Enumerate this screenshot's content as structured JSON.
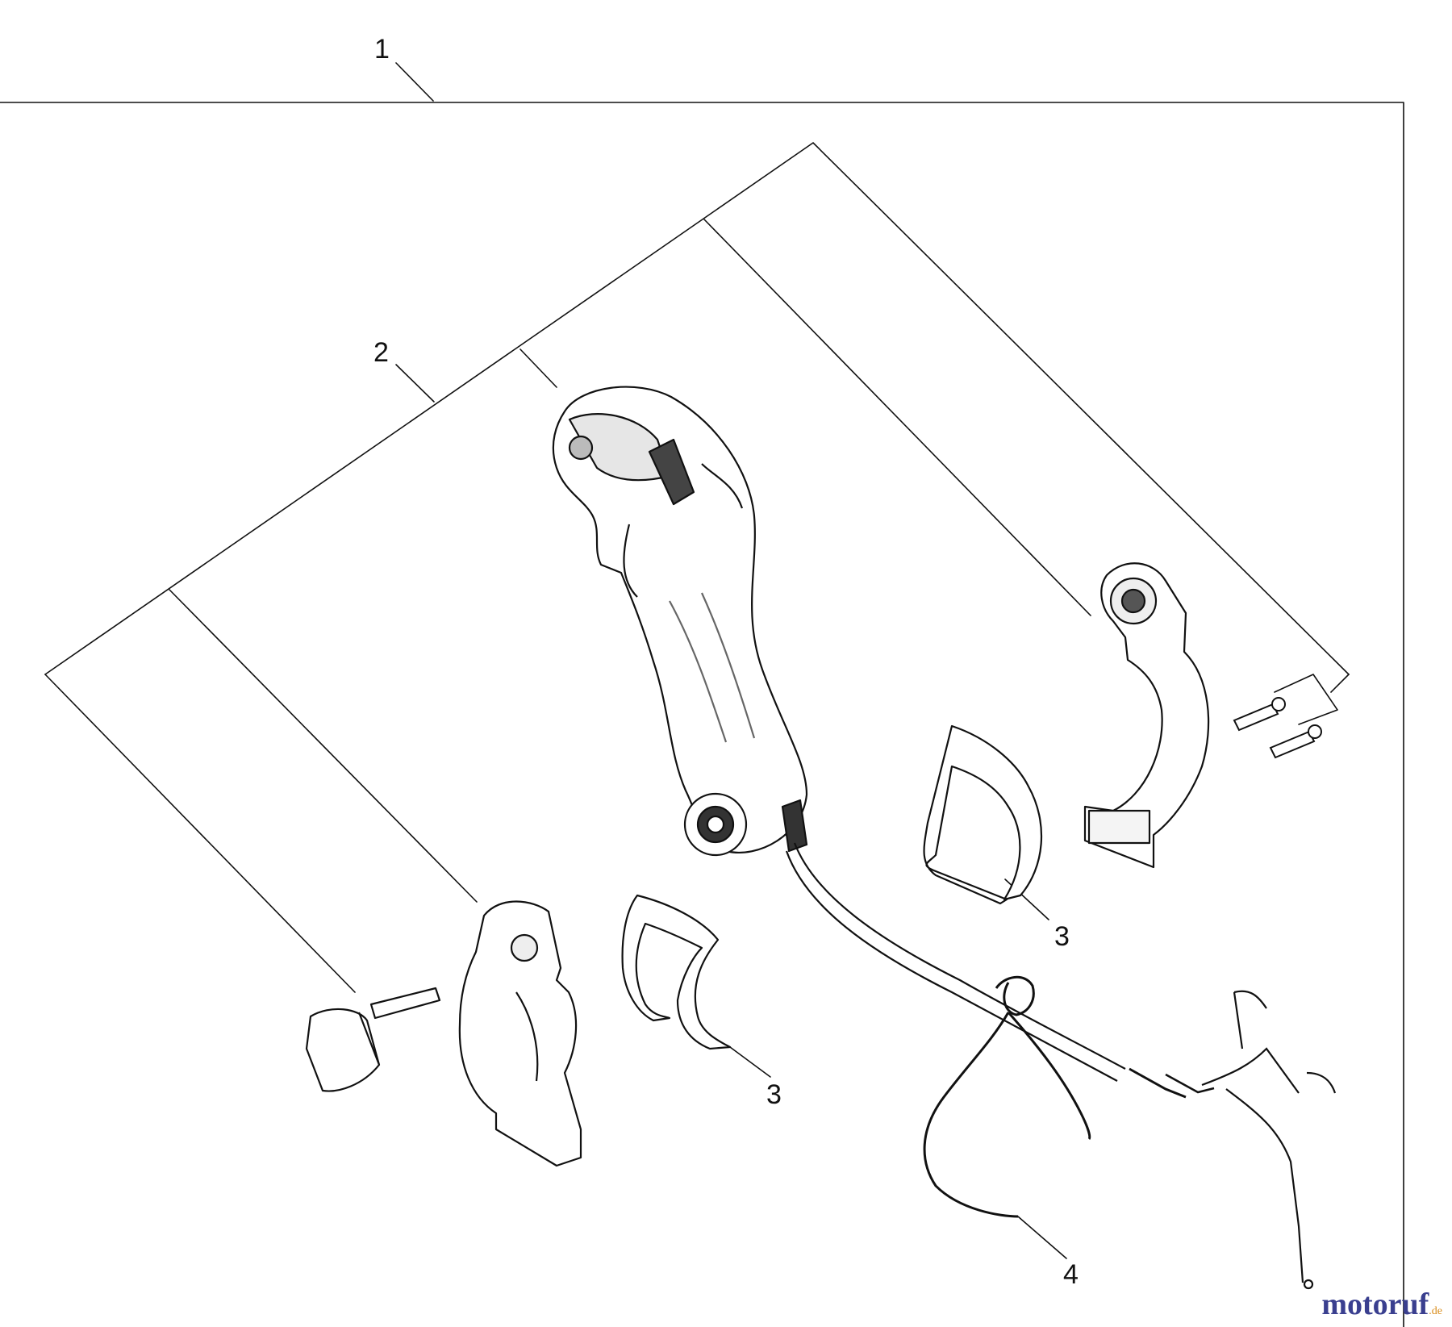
{
  "callouts": {
    "c1": "1",
    "c2": "2",
    "c3a": "3",
    "c3b": "3",
    "c4": "4"
  },
  "watermark": {
    "name": "motoruf",
    "tld": ".de",
    "color": "#3a3f8f",
    "accent": "#d98c1a"
  }
}
